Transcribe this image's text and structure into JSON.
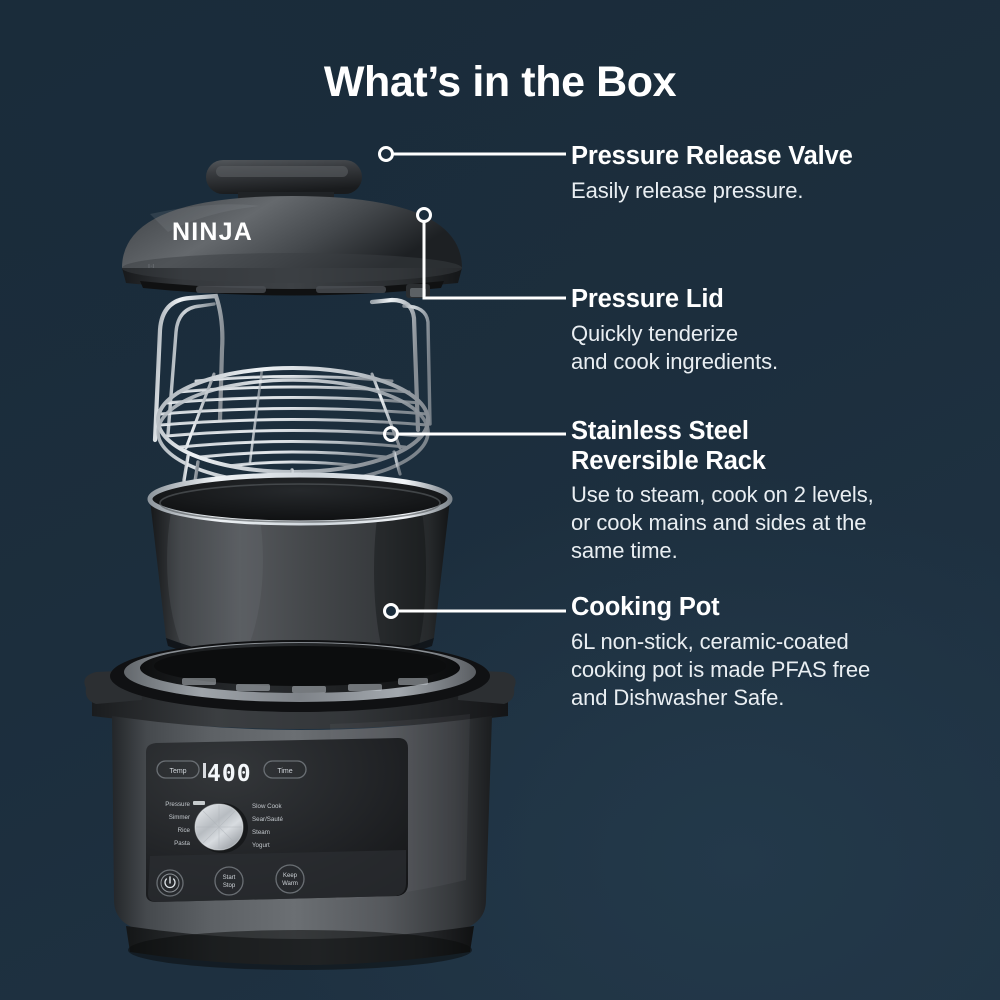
{
  "header": {
    "title": "What’s in the Box"
  },
  "theme": {
    "background_navy": "#1b2d3c",
    "background_navy_light": "#203344",
    "text_white": "#ffffff",
    "body_text": "#e9eef2",
    "leader_line": "#ffffff",
    "appliance_dark": "#2e3134",
    "appliance_mid": "#55595d",
    "steel": "#c9ced3"
  },
  "callouts": [
    {
      "id": "pressure-release-valve",
      "heading": "Pressure Release Valve",
      "body": "Easily release pressure."
    },
    {
      "id": "pressure-lid",
      "heading": "Pressure Lid",
      "body": "Quickly tenderize\nand cook ingredients."
    },
    {
      "id": "stainless-steel-reversible-rack",
      "heading": "Stainless Steel\nReversible Rack",
      "body": "Use to steam, cook on 2 levels,\nor cook mains and sides at the\nsame time."
    },
    {
      "id": "cooking-pot",
      "heading": "Cooking Pot",
      "body": "6L non-stick, ceramic-coated\ncooking pot is made PFAS free\nand Dishwasher Safe."
    }
  ],
  "product": {
    "brand_logo": "NINJA",
    "control_panel": {
      "display_value": "400",
      "button_temp": "Temp",
      "button_time": "Time",
      "left_programs": [
        "Pressure",
        "Simmer",
        "Rice",
        "Pasta"
      ],
      "right_programs": [
        "Slow Cook",
        "Sear/Sauté",
        "Steam",
        "Yogurt"
      ],
      "bottom_buttons": [
        "power-icon",
        "Start\nStop",
        "Keep\nWarm"
      ]
    }
  }
}
